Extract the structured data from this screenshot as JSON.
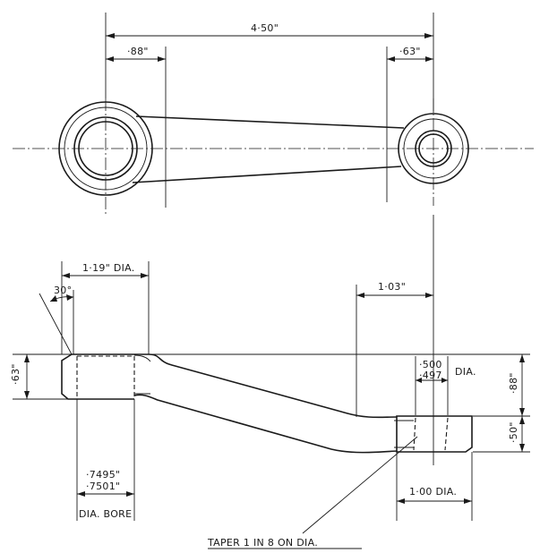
{
  "drawing": {
    "plan_view": {
      "overall_length": "4·50\"",
      "left_boss_edge": "·88\"",
      "right_boss_edge": "·63\""
    },
    "elevation_view": {
      "left_boss_dia": "1·19\" DIA.",
      "chamfer_angle": "30°",
      "left_boss_height": "·63\"",
      "offset": "1·03\"",
      "pin_dia_max": "·500",
      "pin_dia_min": "·497",
      "pin_dia_suffix": "DIA.",
      "total_drop": "·88\"",
      "right_boss_height": "·50\"",
      "bore_max": "·7495\"",
      "bore_min": "·7501\"",
      "bore_label": "DIA. BORE",
      "right_boss_dia": "1·00 DIA.",
      "taper_note": "TAPER 1 IN 8 ON DIA."
    }
  }
}
